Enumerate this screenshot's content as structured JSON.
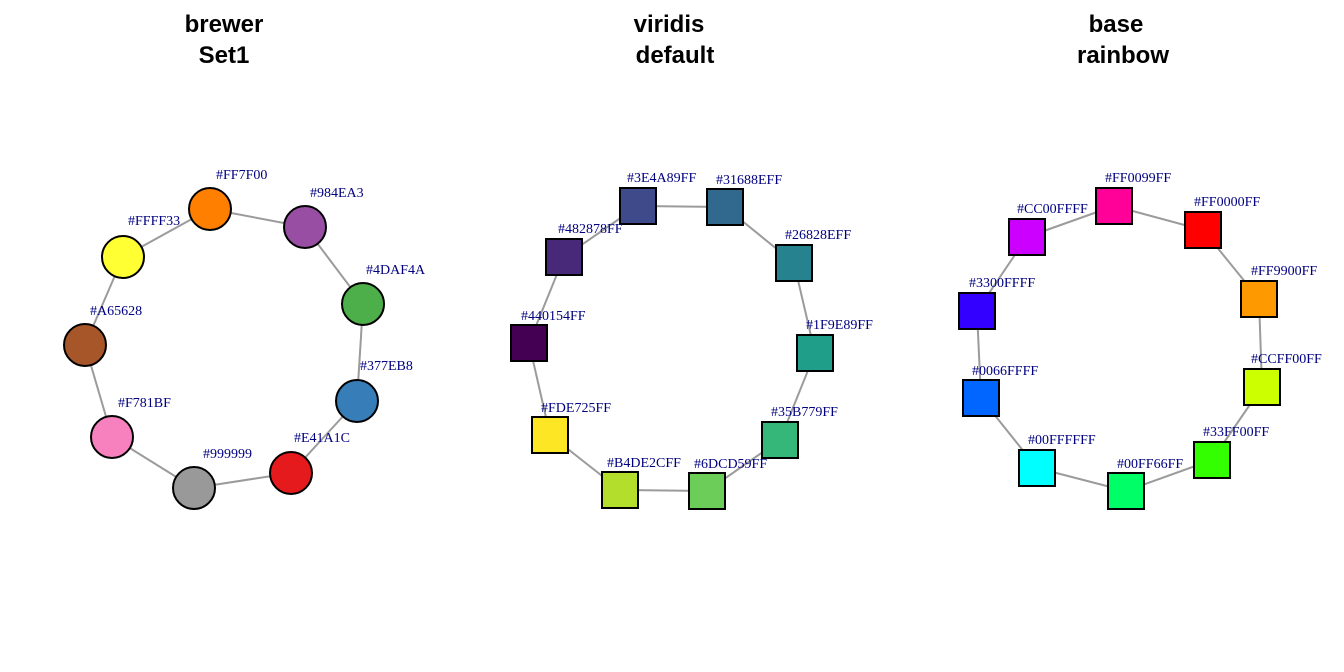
{
  "panels": [
    {
      "title_line1": "brewer",
      "title_line2": "Set1",
      "shape": "circle",
      "nodes": [
        {
          "label": "#E41A1C",
          "color": "#E41A1C"
        },
        {
          "label": "#377EB8",
          "color": "#377EB8"
        },
        {
          "label": "#4DAF4A",
          "color": "#4DAF4A"
        },
        {
          "label": "#984EA3",
          "color": "#984EA3"
        },
        {
          "label": "#FF7F00",
          "color": "#FF7F00"
        },
        {
          "label": "#FFFF33",
          "color": "#FFFF33"
        },
        {
          "label": "#A65628",
          "color": "#A65628"
        },
        {
          "label": "#F781BF",
          "color": "#F781BF"
        },
        {
          "label": "#999999",
          "color": "#999999"
        }
      ]
    },
    {
      "title_line1": "viridis",
      "title_line2": "default",
      "shape": "square",
      "nodes": [
        {
          "label": "#6DCD59FF",
          "color": "#6DCD59"
        },
        {
          "label": "#35B779FF",
          "color": "#35B779"
        },
        {
          "label": "#1F9E89FF",
          "color": "#1F9E89"
        },
        {
          "label": "#26828EFF",
          "color": "#26828E"
        },
        {
          "label": "#31688EFF",
          "color": "#31688E"
        },
        {
          "label": "#3E4A89FF",
          "color": "#3E4A89"
        },
        {
          "label": "#482878FF",
          "color": "#482878"
        },
        {
          "label": "#440154FF",
          "color": "#440154"
        },
        {
          "label": "#FDE725FF",
          "color": "#FDE725"
        },
        {
          "label": "#B4DE2CFF",
          "color": "#B4DE2C"
        }
      ]
    },
    {
      "title_line1": "base",
      "title_line2": "rainbow",
      "shape": "square",
      "nodes": [
        {
          "label": "#33FF00FF",
          "color": "#33FF00"
        },
        {
          "label": "#CCFF00FF",
          "color": "#CCFF00"
        },
        {
          "label": "#FF9900FF",
          "color": "#FF9900"
        },
        {
          "label": "#FF0000FF",
          "color": "#FF0000"
        },
        {
          "label": "#FF0099FF",
          "color": "#FF0099"
        },
        {
          "label": "#CC00FFFF",
          "color": "#CC00FF"
        },
        {
          "label": "#3300FFFF",
          "color": "#3300FF"
        },
        {
          "label": "#0066FFFF",
          "color": "#0066FF"
        },
        {
          "label": "#00FFFFFF",
          "color": "#00FFFF"
        },
        {
          "label": "#00FF66FF",
          "color": "#00FF66"
        }
      ]
    }
  ]
}
